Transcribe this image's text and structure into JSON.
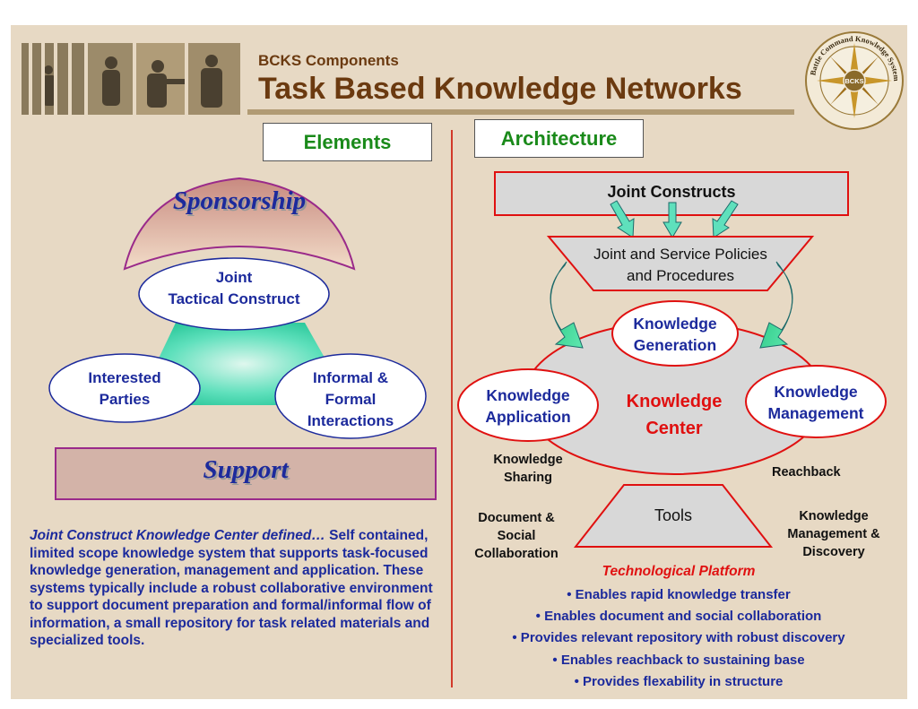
{
  "header": {
    "subtitle": "BCKS Components",
    "title": "Task Based Knowledge Networks",
    "seal": {
      "ring_text": "Battle Command Knowledge System",
      "center_text": "BCKS"
    }
  },
  "left": {
    "heading": "Elements",
    "sponsorship": "Sponsorship",
    "joint_line1": "Joint",
    "joint_line2": "Tactical Construct",
    "interested_line1": "Interested",
    "interested_line2": "Parties",
    "informal_line1": "Informal &",
    "informal_line2": "Formal",
    "informal_line3": "Interactions",
    "support": "Support",
    "definition_italic": "Joint Construct Knowledge Center defined…",
    "definition_text": " Self contained, limited scope knowledge system that supports task-focused knowledge generation, management and application.  These systems typically include a robust collaborative environment to support document preparation and formal/informal flow of information, a small repository for task related materials and specialized tools."
  },
  "right": {
    "heading": "Architecture",
    "joint_constructs": "Joint Constructs",
    "policies_line1": "Joint and Service Policies",
    "policies_line2": "and Procedures",
    "generation_line1": "Knowledge",
    "generation_line2": "Generation",
    "center_line1": "Knowledge",
    "center_line2": "Center",
    "application_line1": "Knowledge",
    "application_line2": "Application",
    "management_line1": "Knowledge",
    "management_line2": "Management",
    "sharing_line1": "Knowledge",
    "sharing_line2": "Sharing",
    "reachback": "Reachback",
    "tools": "Tools",
    "doc_line1": "Document &",
    "doc_line2": "Social",
    "doc_line3": "Collaboration",
    "km_line1": "Knowledge",
    "km_line2": "Management &",
    "km_line3": "Discovery",
    "platform_title": "Technological Platform",
    "bullets": [
      "• Enables rapid knowledge transfer",
      "• Enables document and social collaboration",
      "• Provides relevant repository with robust discovery",
      "• Enables reachback to sustaining base",
      "• Provides flexability in structure"
    ]
  },
  "colors": {
    "background": "#e7d9c4",
    "title_brown": "#6b3a10",
    "heading_green": "#1a8a1a",
    "text_blue": "#1c2a9c",
    "accent_red": "#e01010",
    "teal": "#2fd1a6",
    "support_fill": "#d3b3a8"
  }
}
